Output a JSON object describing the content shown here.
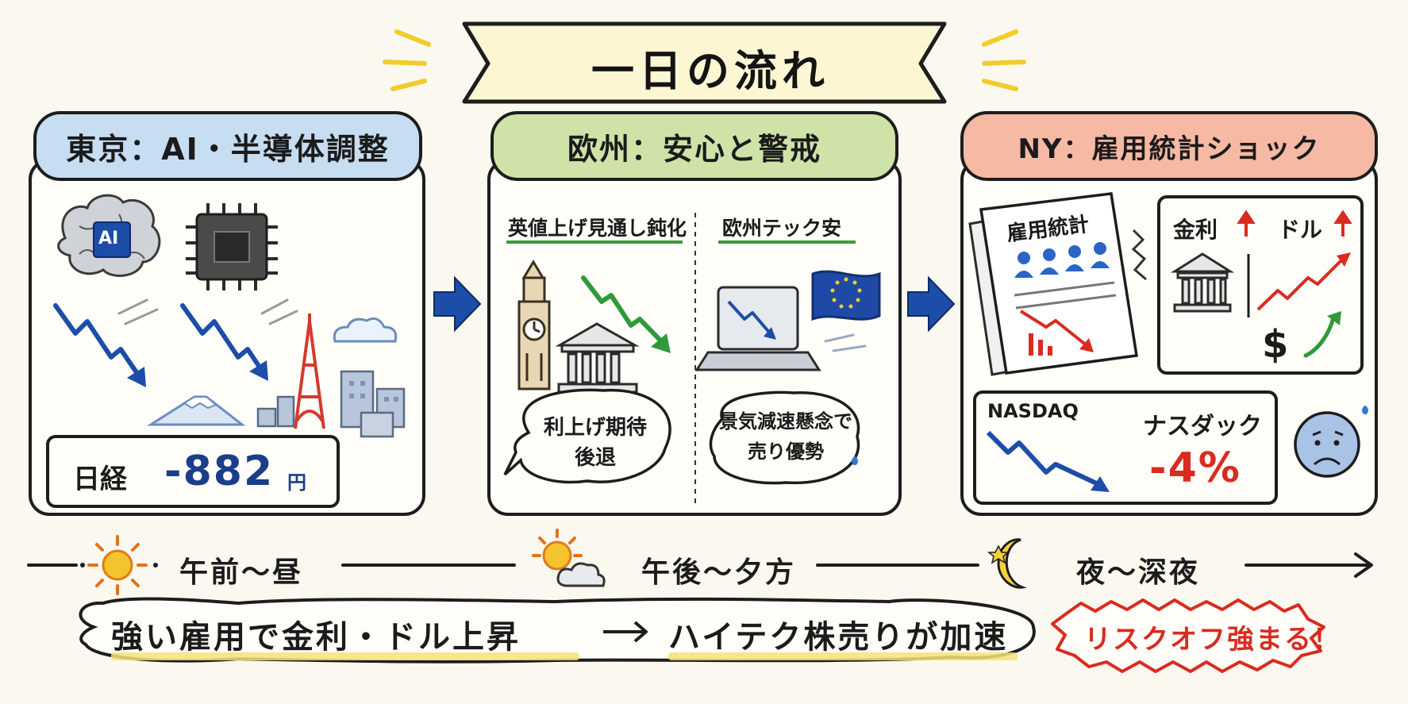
{
  "title": "一日の流れ",
  "tokyo": {
    "header": "東京：AI・半導体調整",
    "ai_chip_label": "AI",
    "nikkei_label": "日経",
    "nikkei_value": "-882",
    "nikkei_unit": "円"
  },
  "europe": {
    "header": "欧州：安心と警戒",
    "left_subhead": "英値上げ見通し鈍化",
    "left_bubble_line1": "利上げ期待",
    "left_bubble_line2": "後退",
    "right_subhead": "欧州テック安",
    "right_bubble_line1": "景気減速懸念で",
    "right_bubble_line2": "売り優勢"
  },
  "ny": {
    "header": "NY：雇用統計ショック",
    "report_title": "雇用統計",
    "rates_label": "金利",
    "dollar_label": "ドル",
    "dollar_sign": "$",
    "nasdaq_en": "NASDAQ",
    "nasdaq_jp": "ナスダック",
    "nasdaq_change": "-4%"
  },
  "timeline": {
    "morning": "午前～昼",
    "afternoon": "午後～夕方",
    "night": "夜～深夜"
  },
  "bottom": {
    "part1": "強い雇用で金利・ドル上昇",
    "part2": "ハイテク株売りが加速",
    "risk": "リスクオフ強まる！"
  },
  "icons": [
    "sun-icon",
    "sun-cloud-icon",
    "moon-icon",
    "arrow-right-icon",
    "chip-icon",
    "brain-icon",
    "tokyo-tower-icon",
    "mount-fuji-icon",
    "big-ben-icon",
    "bank-icon",
    "laptop-icon",
    "eu-flag-icon",
    "worried-face-icon"
  ],
  "colors": {
    "tokyo": "#c6ddf2",
    "europe": "#cfe3a9",
    "ny": "#f6b9a3",
    "down_blue": "#1b3e8a",
    "up_red": "#d92b20",
    "green": "#2f9a3a",
    "highlight": "#f5e27a"
  }
}
